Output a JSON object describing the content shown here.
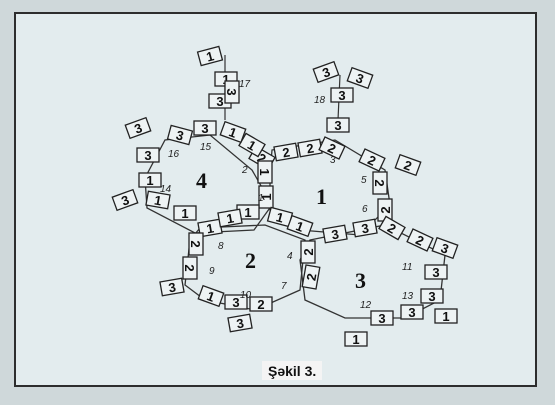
{
  "caption": "Şəkil 3.",
  "cells": {
    "c1": "1",
    "c2": "2",
    "c3": "3",
    "c4": "4"
  },
  "vertex_labels": {
    "v1": "1",
    "v2": "2",
    "v3": "3",
    "v4": "4",
    "v5": "5",
    "v6": "6",
    "v7": "7",
    "v8": "8",
    "v9": "9",
    "v10": "10",
    "v11": "11",
    "v12": "12",
    "v13": "13",
    "v14": "14",
    "v15": "15",
    "v16": "16",
    "v17": "17",
    "v18": "18"
  },
  "edge_digits": {
    "e1": "2",
    "e2": "2",
    "e3": "2",
    "e4": "2",
    "e5": "2",
    "e6": "2",
    "e7": "3",
    "e8": "3",
    "e9": "3",
    "e10": "3",
    "e11": "3",
    "e12": "1",
    "e13": "2",
    "e14": "1",
    "e15": "1",
    "e16": "1",
    "e17": "2",
    "e18": "2",
    "e19": "2",
    "e20": "2",
    "e21": "1",
    "e22": "1",
    "e23": "1",
    "e24": "1",
    "e25": "1",
    "e26": "3",
    "e27": "3",
    "e28": "3",
    "e29": "1",
    "e30": "3",
    "e31": "3",
    "e32": "1",
    "e33": "3",
    "e34": "1",
    "e35": "3",
    "e36": "1",
    "e37": "1",
    "e38": "3",
    "e39": "3",
    "e40": "3",
    "e41": "3",
    "e42": "3",
    "e43": "1",
    "e44": "2",
    "e45": "2",
    "e46": "3",
    "e47": "3",
    "e48": "2",
    "e49": "1",
    "e50": "3",
    "e51": "2",
    "e52": "3",
    "e53": "1"
  }
}
